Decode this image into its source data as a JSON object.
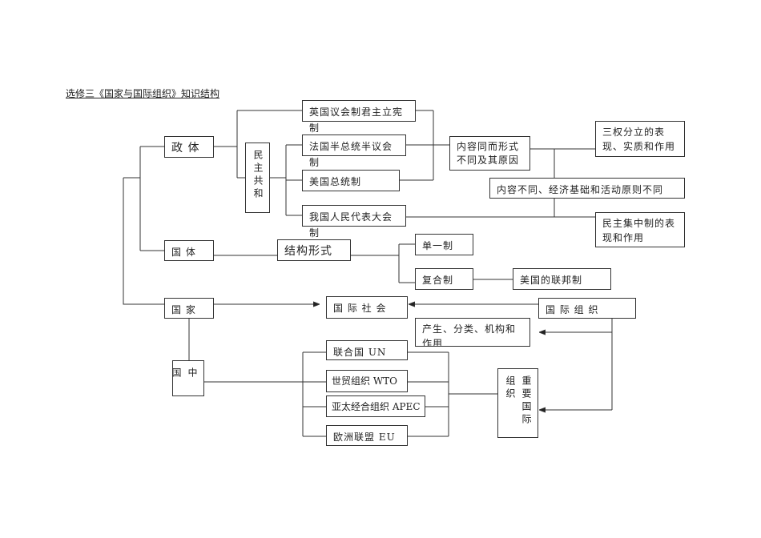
{
  "title": "选修三《国家与国际组织》知识结构",
  "nodes": {
    "zhengti": "政 体",
    "minzhu": "民主共和",
    "uk": "英国议会制君主立宪制",
    "fr": "法国半总统半议会制",
    "us": "美国总统制",
    "cn": "我国人民代表大会制",
    "same": "内容同而形式不同及其原因",
    "sanquan": "三权分立的表现、实质和作用",
    "diff": "内容不同、经济基础和活动原则不同",
    "minzhujz": "民主集中制的表现和作用",
    "guoti": "国 体",
    "jiegou": "结构形式",
    "danyi": "单一制",
    "fuhe": "复合制",
    "lianbang": "美国的联邦制",
    "guojia": "国 家",
    "shehui": "国 际 社 会",
    "zuzhi": "国 际 组 织",
    "chansheng": "产生、分类、机构和作用",
    "china": "中国",
    "un": "联合国 UN",
    "wto": "世贸组织 WTO",
    "apec": "亚太经合组织 APEC",
    "eu": "欧洲联盟 EU",
    "zhongyao": "重要国际组织"
  }
}
